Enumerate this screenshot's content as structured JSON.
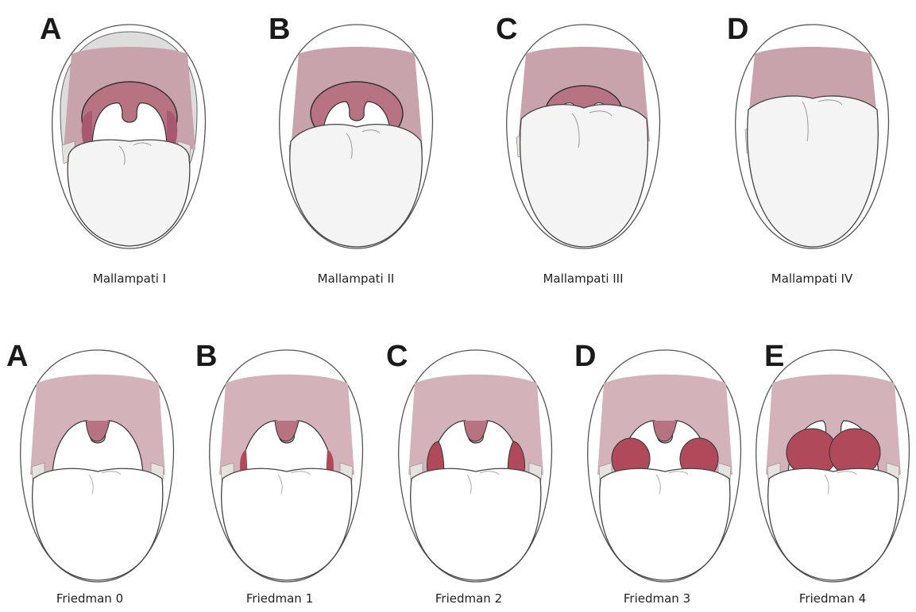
{
  "top_row": [
    {
      "letter": "A",
      "caption": "Mallampati I"
    },
    {
      "letter": "B",
      "caption": "Mallampati II"
    },
    {
      "letter": "C",
      "caption": "Mallampati III"
    },
    {
      "letter": "D",
      "caption": "Mallampati IV"
    }
  ],
  "bottom_row": [
    {
      "letter": "A",
      "caption": "Friedman 0"
    },
    {
      "letter": "B",
      "caption": "Friedman 1"
    },
    {
      "letter": "C",
      "caption": "Friedman 2"
    },
    {
      "letter": "D",
      "caption": "Friedman 3"
    },
    {
      "letter": "E",
      "caption": "Friedman 4"
    }
  ],
  "colors": {
    "palate": "#c9a3ac",
    "palate_light": "#d4b2ba",
    "uvula": "#b87383",
    "tonsil": "#b04a5a",
    "teeth": "#e6e3de",
    "outline": "#333333"
  }
}
